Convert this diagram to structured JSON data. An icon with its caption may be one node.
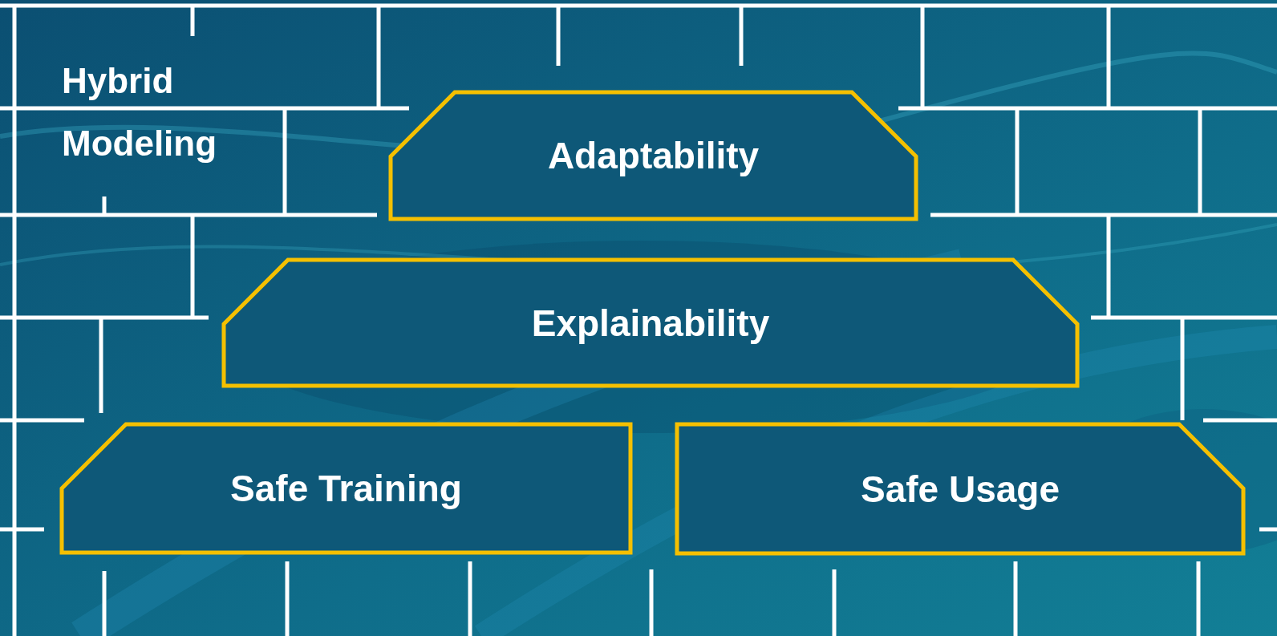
{
  "diagram": {
    "nodes": [
      {
        "text": [
          "Adaptability"
        ]
      },
      {
        "text": [
          "Explainability"
        ]
      },
      {
        "text": [
          "Safe Training"
        ]
      },
      {
        "text": [
          "Safe Usage"
        ]
      }
    ],
    "labels": [
      "Hybrid Modeling"
    ]
  }
}
